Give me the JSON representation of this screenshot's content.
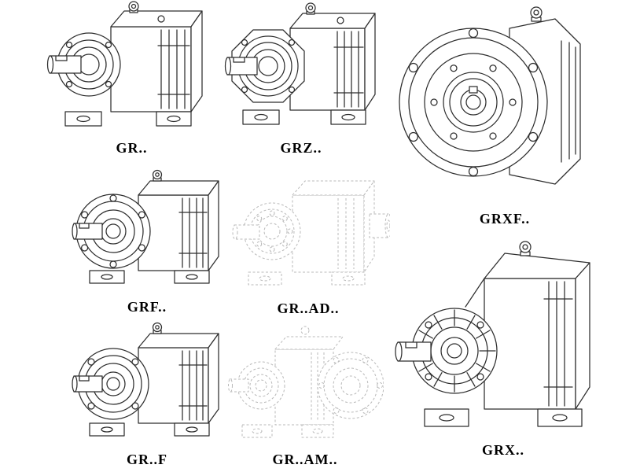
{
  "sheet": {
    "background": "#ffffff",
    "line_color": "#2e2e2e",
    "ghost_line_color": "#b9b9b9",
    "label_color": "#000000"
  },
  "items": [
    {
      "id": "gr",
      "label": "GR..",
      "style": "solid",
      "description": "foot-mounted helical gear reducer"
    },
    {
      "id": "grz",
      "label": "GRZ..",
      "style": "solid",
      "description": "foot-mounted helical gear reducer with octagonal cover"
    },
    {
      "id": "grxf",
      "label": "GRXF..",
      "style": "solid",
      "description": "flange-mounted helical gear reducer, front view"
    },
    {
      "id": "grf",
      "label": "GRF..",
      "style": "solid",
      "description": "flange and foot mounted helical gear reducer"
    },
    {
      "id": "grad",
      "label": "GR..AD..",
      "style": "ghost",
      "description": "gear reducer with input adapter (phantom view)"
    },
    {
      "id": "grf_foot",
      "label": "GR..F",
      "style": "solid",
      "description": "flange and foot mounted helical gear reducer"
    },
    {
      "id": "gram",
      "label": "GR..AM..",
      "style": "ghost",
      "description": "gear reducer with output flange (phantom view)"
    },
    {
      "id": "grx",
      "label": "GRX..",
      "style": "solid",
      "description": "large foot-mounted helical gear reducer with finned bearing housing"
    }
  ]
}
